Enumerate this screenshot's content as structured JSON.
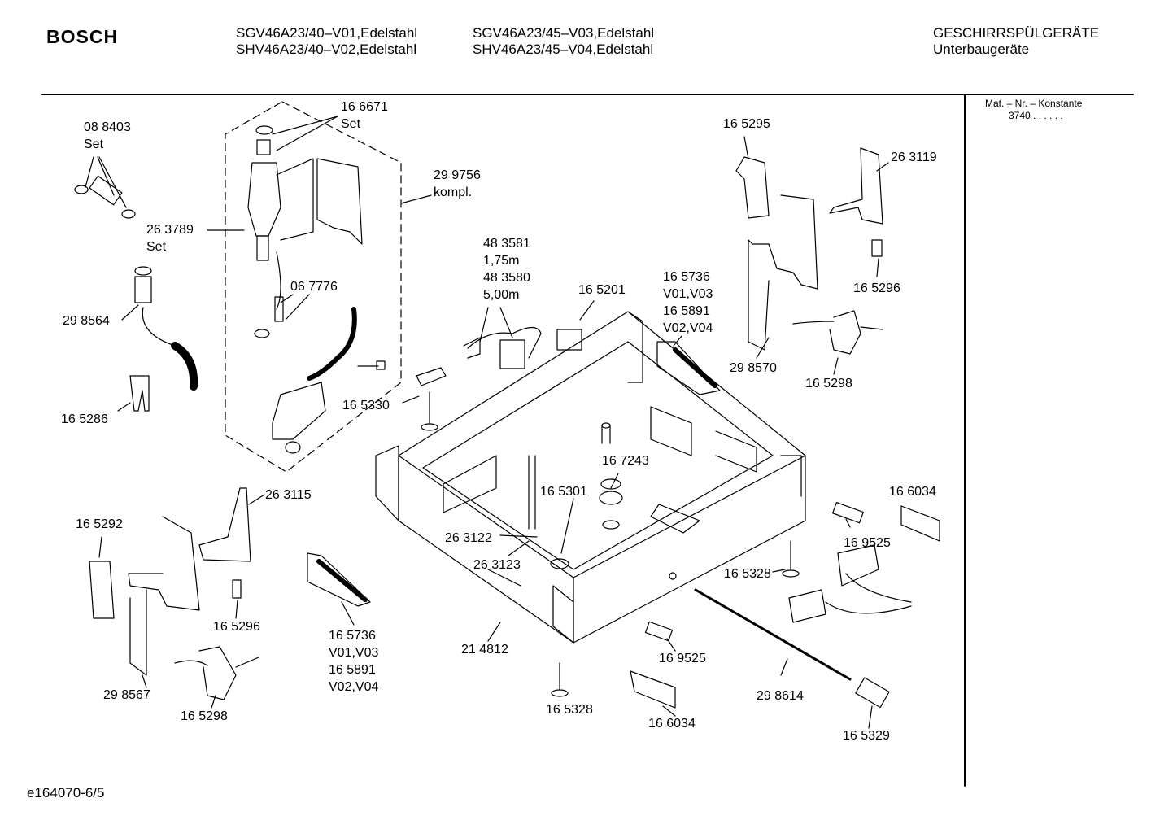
{
  "header": {
    "brand": "BOSCH",
    "models_col1": [
      "SGV46A23/40–V01,Edelstahl",
      "SHV46A23/40–V02,Edelstahl"
    ],
    "models_col2": [
      "SGV46A23/45–V03,Edelstahl",
      "SHV46A23/45–V04,Edelstahl"
    ],
    "category": [
      "GESCHIRRSPÜLGERÄTE",
      "Unterbaugeräte"
    ]
  },
  "sidebar": {
    "title": "Mat. – Nr. – Konstante",
    "value": "3740  .  .  .  .  .  ."
  },
  "footer": {
    "drawing_id": "e164070-6/5"
  },
  "parts": [
    {
      "id": "p1",
      "text": "08 8403\nSet"
    },
    {
      "id": "p2",
      "text": "16 6671\nSet"
    },
    {
      "id": "p3",
      "text": "29 9756\nkompl."
    },
    {
      "id": "p4",
      "text": "26 3789\nSet"
    },
    {
      "id": "p5",
      "text": "29 8564"
    },
    {
      "id": "p6",
      "text": "06 7776"
    },
    {
      "id": "p7",
      "text": "16 5286"
    },
    {
      "id": "p8",
      "text": "48 3581\n1,75m\n48 3580\n5,00m"
    },
    {
      "id": "p9",
      "text": "16 5201"
    },
    {
      "id": "p10",
      "text": "16 5330"
    },
    {
      "id": "p11",
      "text": "16 5295"
    },
    {
      "id": "p12",
      "text": "26 3119"
    },
    {
      "id": "p13",
      "text": "16 5736\nV01,V03\n16 5891\nV02,V04"
    },
    {
      "id": "p14",
      "text": "16 5296"
    },
    {
      "id": "p15",
      "text": "29 8570"
    },
    {
      "id": "p16",
      "text": "16 5298"
    },
    {
      "id": "p17",
      "text": "26 3115"
    },
    {
      "id": "p18",
      "text": "16 5292"
    },
    {
      "id": "p19",
      "text": "16 7243"
    },
    {
      "id": "p20",
      "text": "16 5301"
    },
    {
      "id": "p21",
      "text": "26 3122"
    },
    {
      "id": "p22",
      "text": "26 3123"
    },
    {
      "id": "p23",
      "text": "16 6034"
    },
    {
      "id": "p24",
      "text": "16 9525"
    },
    {
      "id": "p25",
      "text": "16 5328"
    },
    {
      "id": "p26",
      "text": "16 5296"
    },
    {
      "id": "p27",
      "text": "16 5736\nV01,V03\n16 5891\nV02,V04"
    },
    {
      "id": "p28",
      "text": "21 4812"
    },
    {
      "id": "p29",
      "text": "29 8567"
    },
    {
      "id": "p30",
      "text": "16 5298"
    },
    {
      "id": "p31",
      "text": "16 9525"
    },
    {
      "id": "p32",
      "text": "16 5328"
    },
    {
      "id": "p33",
      "text": "16 6034"
    },
    {
      "id": "p34",
      "text": "29 8614"
    },
    {
      "id": "p35",
      "text": "16 5329"
    }
  ]
}
